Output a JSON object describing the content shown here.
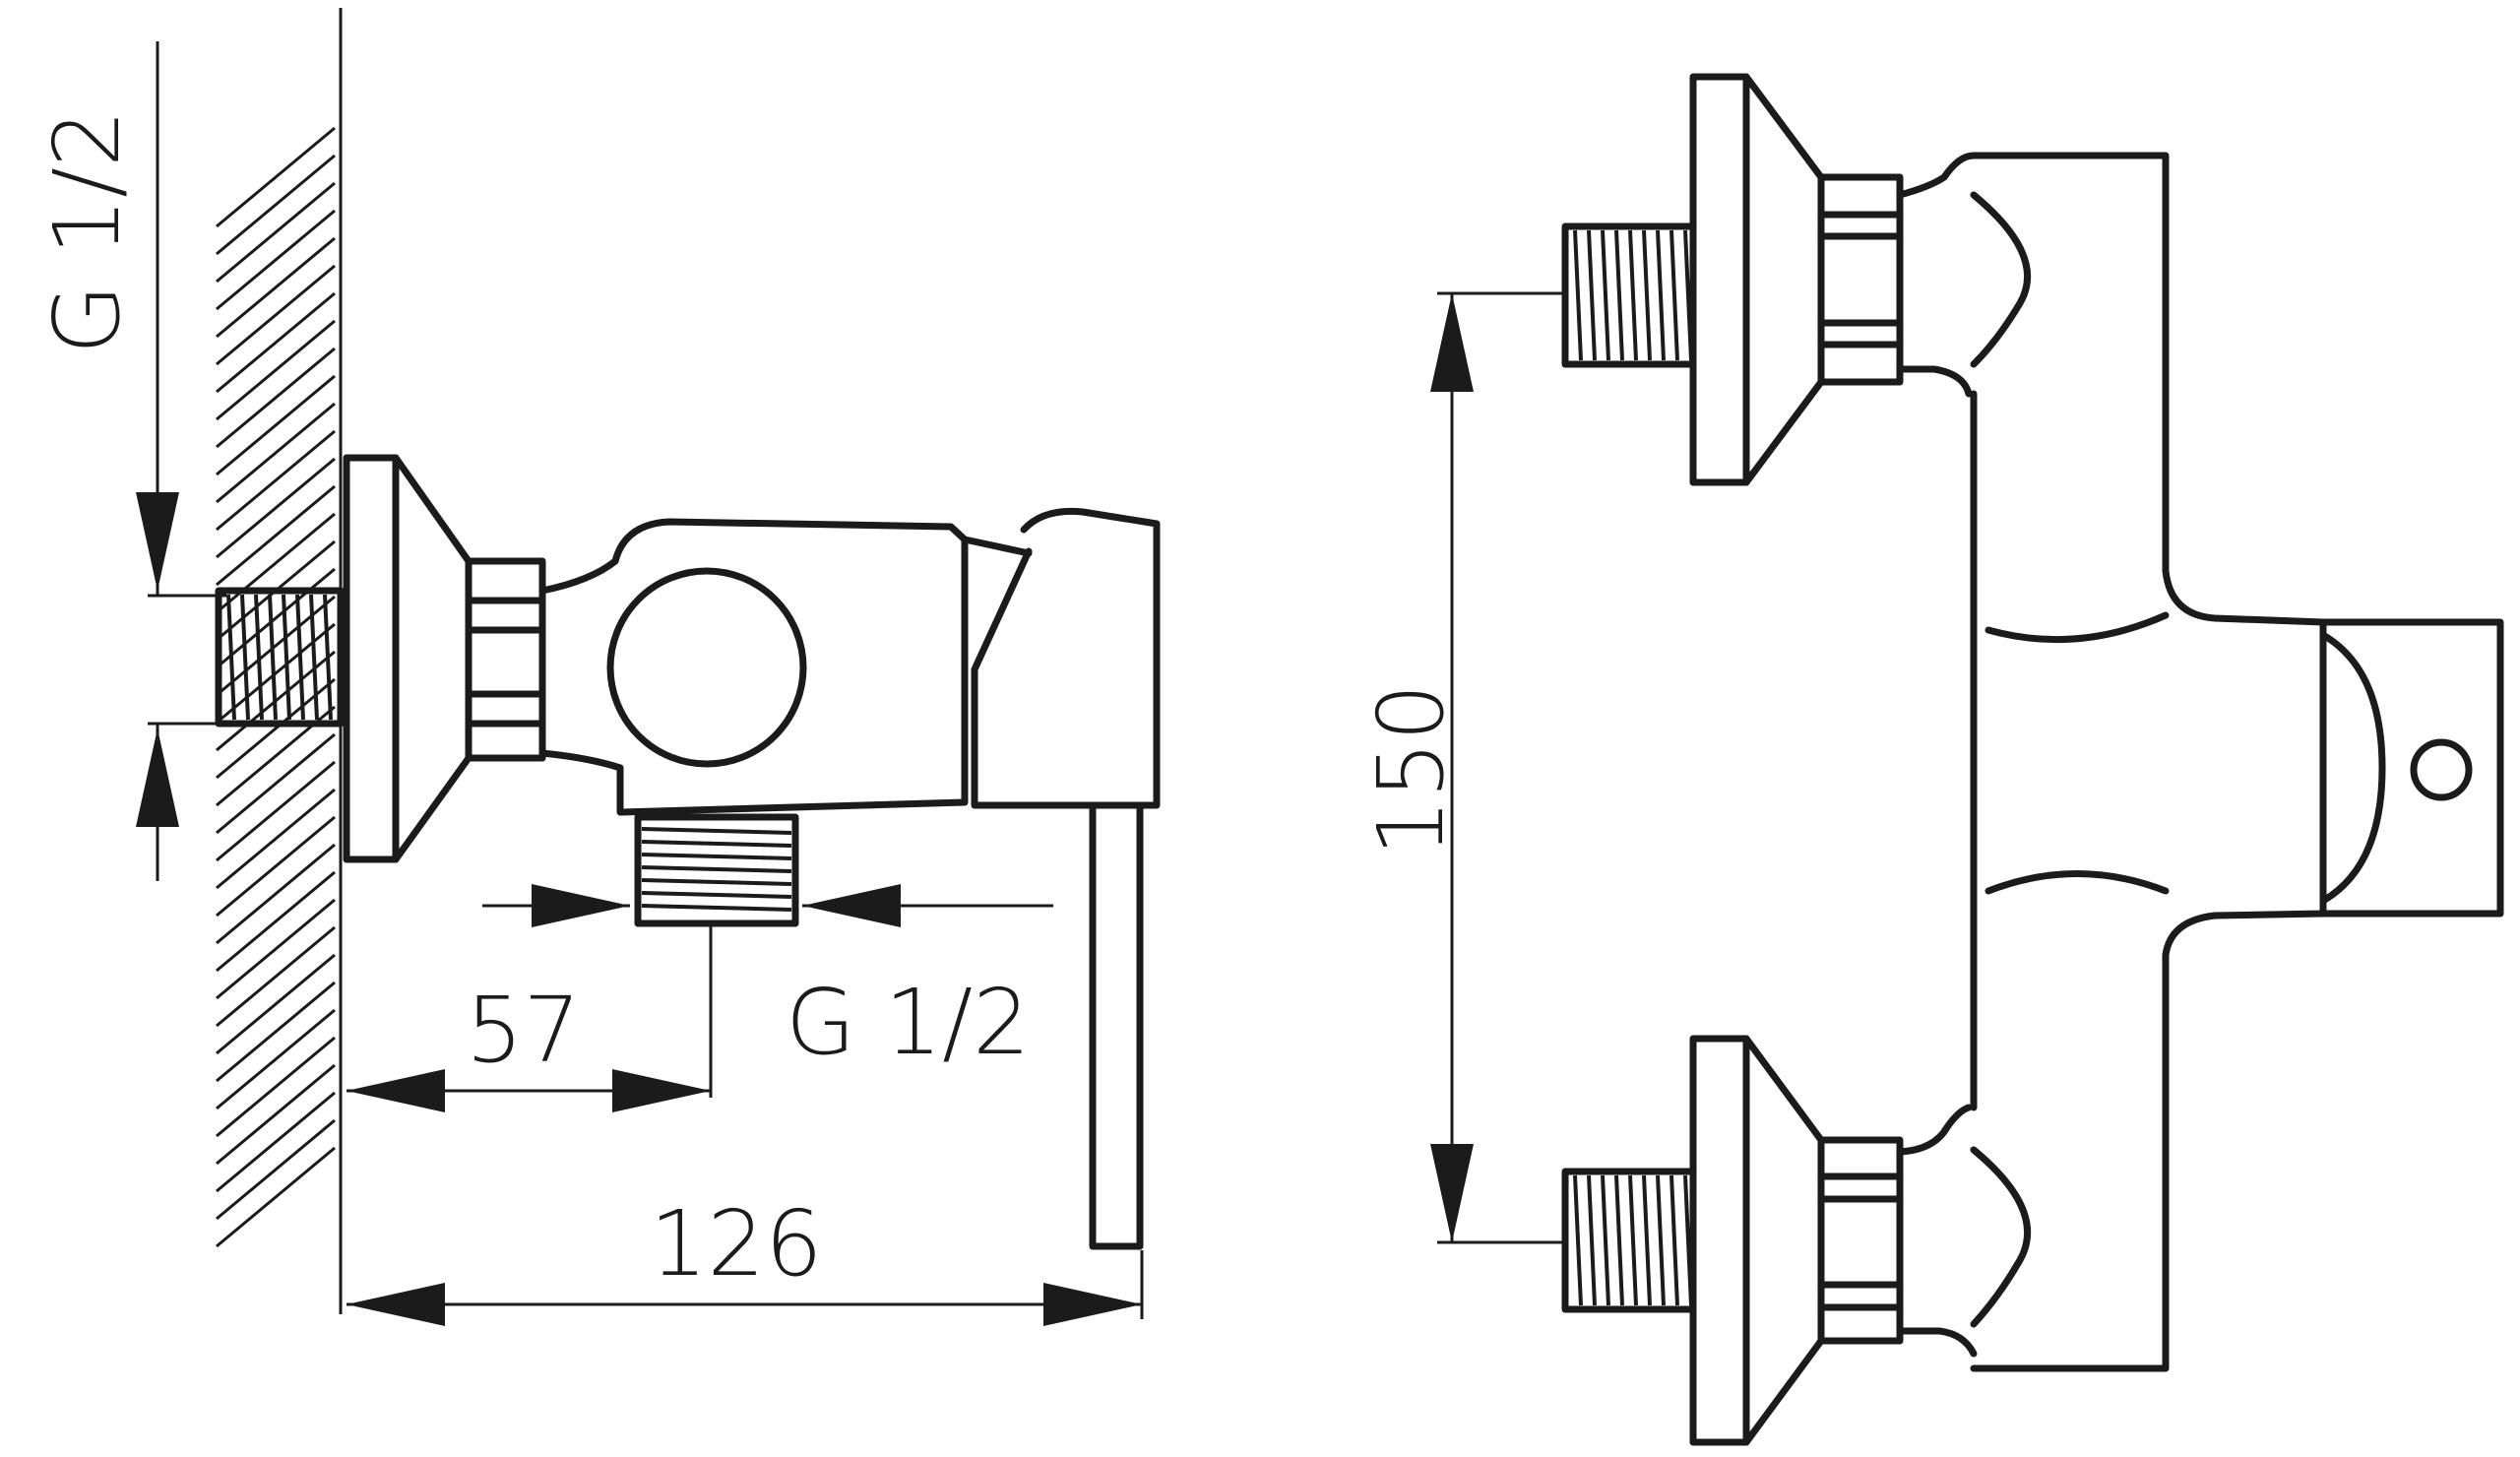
{
  "diagram": {
    "thread_labels": {
      "inlet_thread": "G 1/2",
      "outlet_thread": "G 1/2"
    },
    "dimensions": {
      "outlet_offset": "57",
      "total_depth": "126",
      "inlet_spacing": "150"
    }
  }
}
